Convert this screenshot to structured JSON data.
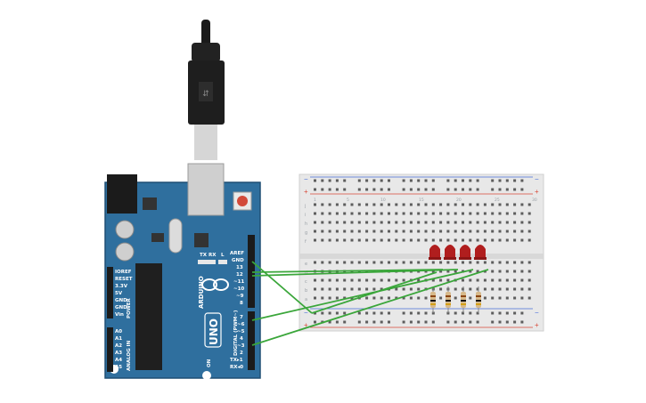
{
  "colors": {
    "board": "#2f6f9e",
    "board_edge": "#1f4f73",
    "breadboard": "#e8e8e8",
    "wire": "#3aa63a",
    "led": "#b01e1e",
    "rail_red": "#d94a3a",
    "rail_blue": "#4a6fd9"
  },
  "arduino": {
    "brand": "ARDUINO",
    "model": "UNO",
    "on_label": "ON",
    "digital_label": "DIGITAL (PWM~)",
    "power_label": "POWER",
    "analog_label": "ANALOG IN",
    "tx_label": "TX",
    "rx_label": "RX",
    "l_label": "L",
    "top_header": [
      "AREF",
      "GND",
      "13",
      "12",
      "~11",
      "~10",
      "~9",
      "8"
    ],
    "bottom_header": [
      "7",
      "~6",
      "~5",
      "4",
      "~3",
      "2",
      "TX▸1",
      "RX◂0"
    ],
    "power_pins": [
      "IOREF",
      "RESET",
      "3.3V",
      "5V",
      "GND",
      "GND",
      "Vin"
    ],
    "analog_pins": [
      "A0",
      "A1",
      "A2",
      "A3",
      "A4",
      "A5"
    ]
  },
  "breadboard": {
    "rail_plus": "+",
    "rail_minus": "−",
    "row_letters_top": [
      "j",
      "i",
      "h",
      "g",
      "f"
    ],
    "row_letters_bottom": [
      "e",
      "d",
      "c",
      "b",
      "a"
    ],
    "column_numbers": [
      "1",
      "5",
      "10",
      "15",
      "20",
      "25",
      "30"
    ],
    "led_count": "4",
    "resistor_count": "4"
  }
}
